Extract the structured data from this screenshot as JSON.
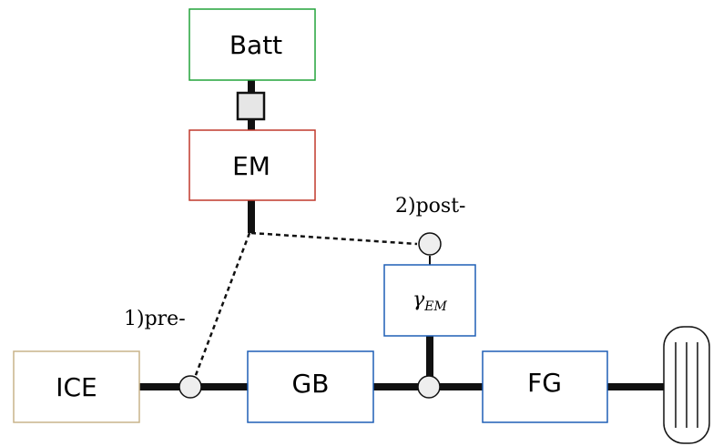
{
  "diagram": {
    "components": {
      "batt": {
        "label": "Batt",
        "color": "#22a33a"
      },
      "em": {
        "label": "EM",
        "color": "#c0392b"
      },
      "ice": {
        "label": "ICE",
        "color": "#c9b48a"
      },
      "gb": {
        "label": "GB",
        "color": "#1f5fb5"
      },
      "fg": {
        "label": "FG",
        "color": "#1f5fb5"
      },
      "gamma": {
        "symbol": "γ",
        "subscript": "EM",
        "color": "#1f5fb5"
      }
    },
    "annotations": {
      "pre": "1)pre-",
      "post": "2)post-"
    },
    "colors": {
      "shaft": "#111111",
      "connector_fill": "#e6e6e6",
      "junction_fill": "#eeeeee"
    }
  }
}
